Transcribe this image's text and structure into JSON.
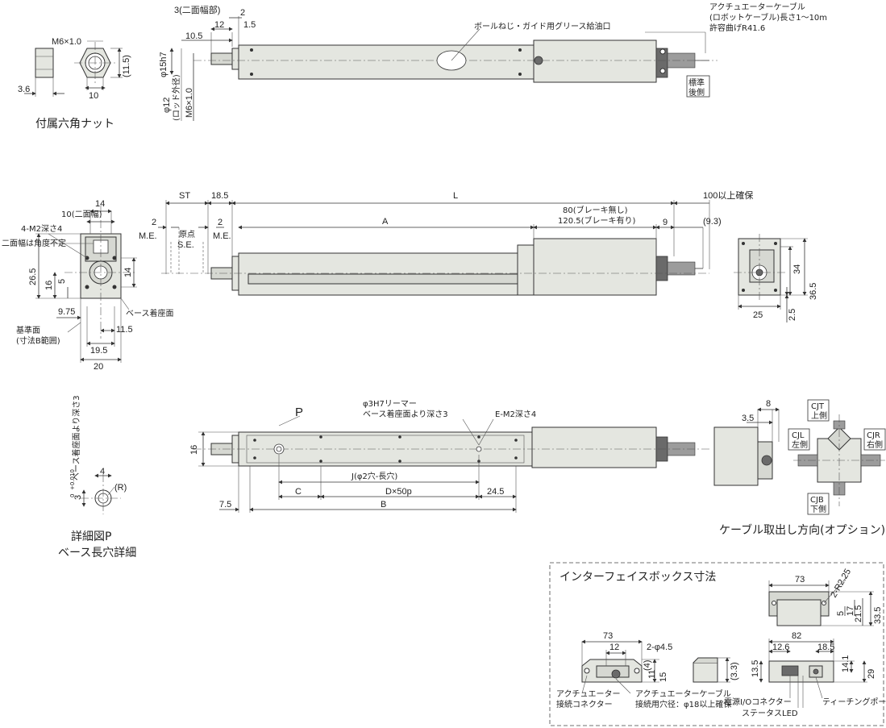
{
  "nut": {
    "thread": "M6×1.0",
    "h115": "(11.5)",
    "w36": "3.6",
    "w10": "10",
    "caption": "付属六角ナット"
  },
  "top": {
    "flat": "3(二面幅部)",
    "d12": "12",
    "d2": "2",
    "d15": "1.5",
    "d105": "10.5",
    "phi15": "φ15h7",
    "phi12": "φ12",
    "rod_od": "(ロッド外径)",
    "thread": "M6×1.0",
    "grease": "ボールねじ・ガイド用グリース給油口",
    "cable1": "アクチュエーターケーブル",
    "cable2": "(ロボットケーブル)長さ1～10m",
    "cable3": "許容曲げR41.6",
    "std1": "標準",
    "std2": "後側"
  },
  "front": {
    "d14": "14",
    "d10": "10(二面幅)",
    "m2": "4-M2深さ4",
    "note": "二面幅は角度不定",
    "d265": "26.5",
    "d16": "16",
    "d5": "5",
    "d14b": "14",
    "d975": "9.75",
    "base": "ベース着座面",
    "ref1": "基準面",
    "ref2": "(寸法B範囲)",
    "d115": "11.5",
    "d195": "19.5",
    "d20": "20"
  },
  "side": {
    "st": "ST",
    "d185": "18.5",
    "L": "L",
    "d100": "100以上確保",
    "d2a": "2",
    "me1": "M.E.",
    "genten": "原点",
    "se": "S.E.",
    "d2b": "2",
    "me2": "M.E.",
    "A": "A",
    "brake1": "80(ブレーキ無し)",
    "brake2": "120.5(ブレーキ有り)",
    "d9": "9",
    "d93": "(9.3)"
  },
  "rear": {
    "d34": "34",
    "d365": "36.5",
    "d25": "25",
    "d25b": "2.5"
  },
  "bottom": {
    "P": "P",
    "reamer1": "φ3H7リーマー",
    "reamer2": "ベース着座面より深さ3",
    "em2": "E-M2深さ4",
    "d16": "16",
    "J": "J(φ2穴-長穴)",
    "C": "C",
    "D": "D×50p",
    "d245": "24.5",
    "d75": "7.5",
    "B": "B"
  },
  "detail": {
    "depth": "3",
    "tol_up": "+0.010",
    "tol_lo": "0",
    "depth_note": "ベース着座面より深さ3",
    "d4": "4",
    "R": "(R)",
    "cap1": "詳細図P",
    "cap2": "ベース長穴詳細"
  },
  "cable_dir": {
    "d35": "3.5",
    "d8": "8",
    "cjt1": "CJT",
    "cjt2": "上側",
    "cjl1": "CJL",
    "cjl2": "左側",
    "cjr1": "CJR",
    "cjr2": "右側",
    "cjb1": "CJB",
    "cjb2": "下側",
    "caption": "ケーブル取出し方向(オプション)"
  },
  "ifbox": {
    "title": "インターフェイスボックス寸法",
    "d73": "73",
    "d12": "12",
    "d2phi": "2-φ4.5",
    "d4": "(4)",
    "d11": "11",
    "d15": "15",
    "d33": "(3.3)",
    "con1": "アクチュエーター",
    "con2": "接続コネクター",
    "hole1": "アクチュエーターケーブル",
    "hole2": "接続用穴径：φ18以上確保",
    "t73": "73",
    "r225": "2-R2.25",
    "d5": "5",
    "d17": "17",
    "d215": "21.5",
    "d335": "33.5",
    "d82": "82",
    "d126": "12.6",
    "d185": "18.5",
    "d135": "13.5",
    "d141": "14.1",
    "d29": "29",
    "io": "電源I/Oコネクター",
    "teach": "ティーチングポート",
    "led": "ステータスLED"
  }
}
